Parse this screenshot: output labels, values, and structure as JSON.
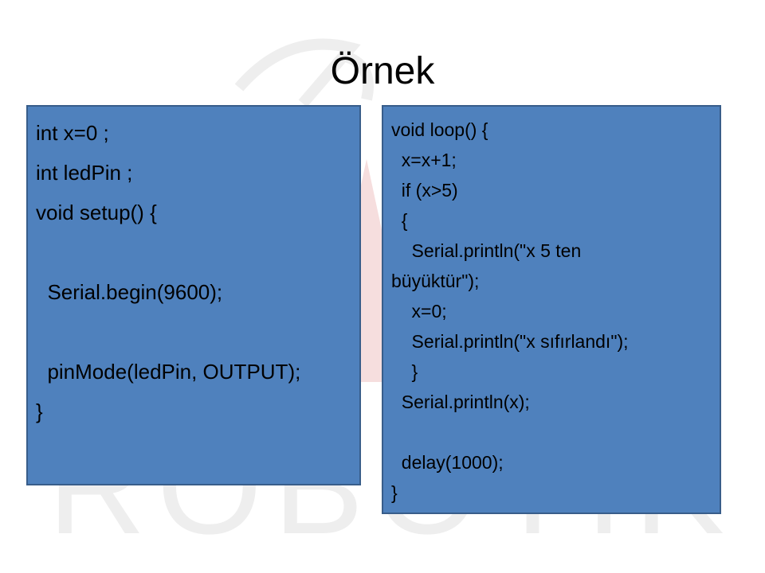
{
  "slide": {
    "title": "Örnek",
    "watermark_text": "ROBOTİK 430"
  },
  "left_box": {
    "lines": [
      "int x=0 ;",
      "int ledPin ;",
      "void setup() {",
      "",
      "  Serial.begin(9600);",
      "",
      "  pinMode(ledPin, OUTPUT);",
      "}"
    ]
  },
  "right_box": {
    "lines": [
      "void loop() {",
      "  x=x+1;",
      "  if (x>5)",
      "  {",
      "    Serial.println(\"x 5 ten",
      "büyüktür\");",
      "    x=0;",
      "    Serial.println(\"x sıfırlandı\");",
      "    }",
      "  Serial.println(x);",
      "",
      "  delay(1000);",
      "}"
    ]
  },
  "colors": {
    "box_fill": "#4f81bd",
    "box_border": "#385d8a",
    "text": "#000000",
    "watermark_gray": "#eeeeee",
    "watermark_red": "#f6dede"
  }
}
